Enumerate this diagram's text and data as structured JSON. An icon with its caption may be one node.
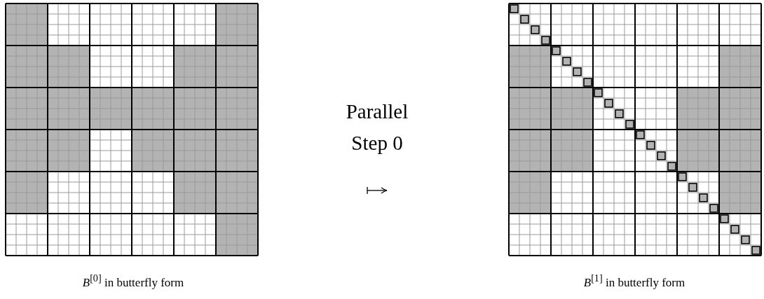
{
  "diagram": {
    "nodes": [
      {
        "text": [],
        "shape": "grid",
        "beside": [
          "*B*$^{[0]}$ in butterfly form"
        ]
      },
      {
        "text": [],
        "shape": "grid",
        "beside": [
          "*B*$^{[1]}$ in butterfly form"
        ]
      }
    ],
    "labels": [
      "Parallel Step 0"
    ]
  }
}
